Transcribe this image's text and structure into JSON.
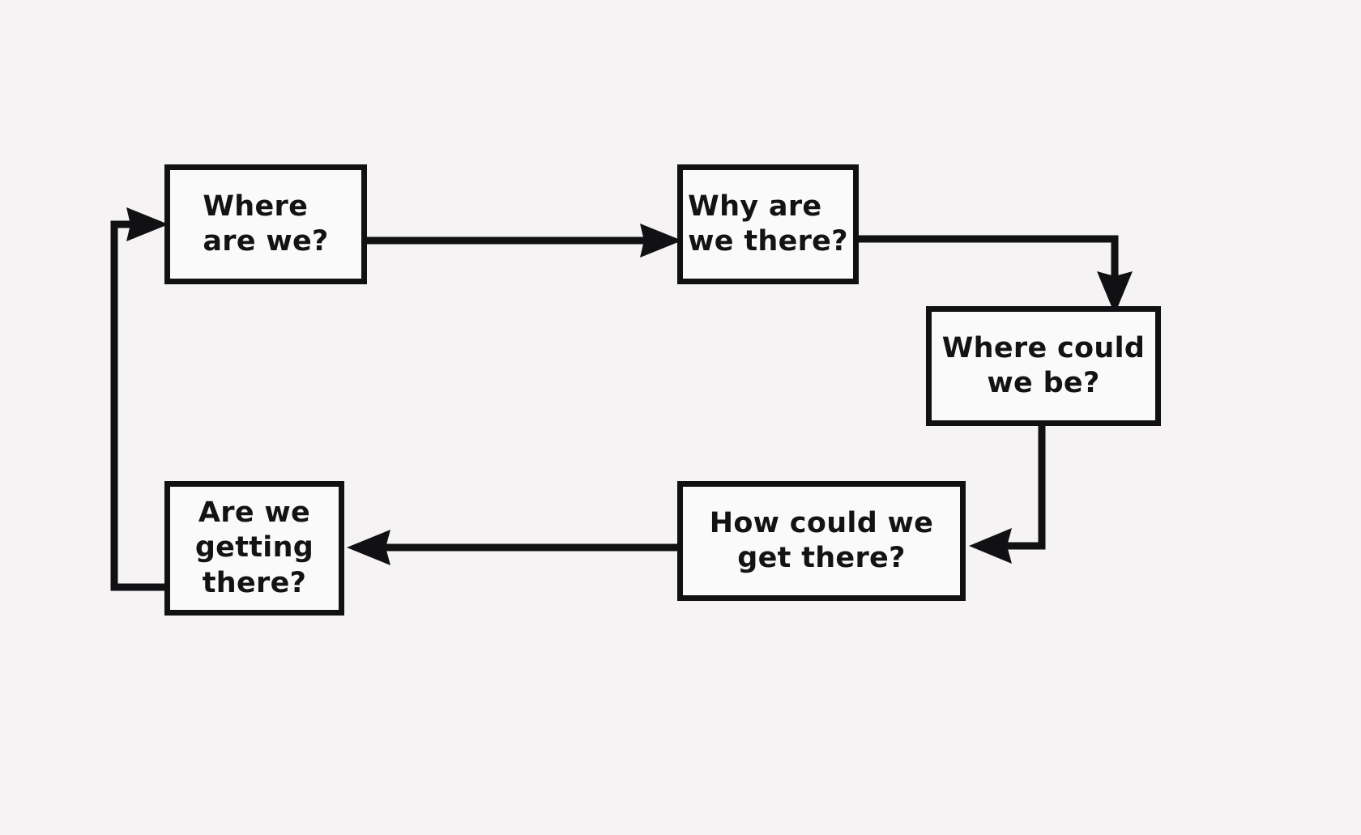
{
  "diagram": {
    "title": "Strategic planning cycle flowchart",
    "background_color": "#f5f3f4",
    "line_color": "#111012",
    "box_fill_color": "#fbfafa",
    "nodes": [
      {
        "id": "where-are-we",
        "label": "Where\nare we?",
        "position": "top-left"
      },
      {
        "id": "why-are-we-there",
        "label": "Why are\nwe there?",
        "position": "top-center-right"
      },
      {
        "id": "where-could-we-be",
        "label": "Where could\nwe be?",
        "position": "middle-right"
      },
      {
        "id": "how-could-we-get-there",
        "label": "How could we\nget there?",
        "position": "bottom-center-right"
      },
      {
        "id": "are-we-getting-there",
        "label": "Are we\ngetting\nthere?",
        "position": "bottom-left"
      }
    ],
    "edges": [
      {
        "id": "edge-1",
        "from": "where-are-we",
        "to": "why-are-we-there",
        "style": "straight-horizontal",
        "arrowhead": "right"
      },
      {
        "id": "edge-2",
        "from": "why-are-we-there",
        "to": "where-could-we-be",
        "style": "elbow-right-down",
        "arrowhead": "down"
      },
      {
        "id": "edge-3",
        "from": "where-could-we-be",
        "to": "how-could-we-get-there",
        "style": "elbow-down-left",
        "arrowhead": "left"
      },
      {
        "id": "edge-4",
        "from": "how-could-we-get-there",
        "to": "are-we-getting-there",
        "style": "straight-horizontal",
        "arrowhead": "left"
      },
      {
        "id": "edge-5",
        "from": "are-we-getting-there",
        "to": "where-are-we",
        "style": "elbow-left-up-feedback",
        "arrowhead": "right"
      }
    ]
  }
}
